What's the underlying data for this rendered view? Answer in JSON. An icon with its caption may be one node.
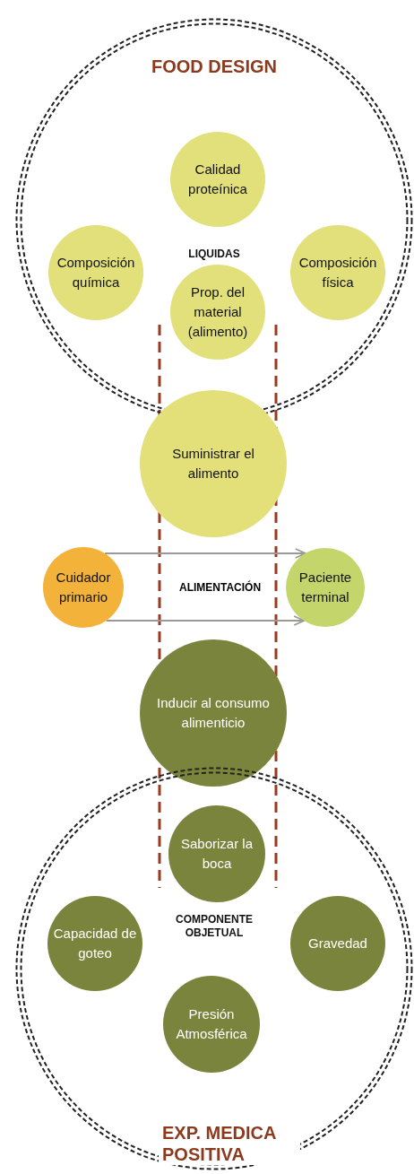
{
  "diagram": {
    "nodes": [
      {
        "text": [
          "FOOD DESIGN",
          "LIQUIDAS"
        ]
      },
      {
        "text": [
          "Calidad proteínica"
        ],
        "in": 0
      },
      {
        "text": [
          "Composición química"
        ],
        "in": 0
      },
      {
        "text": [
          "Composición física"
        ],
        "in": 0
      },
      {
        "text": [
          "Prop. del material (alimento)"
        ],
        "in": 0
      },
      {
        "text": [
          "Suministrar el alimento"
        ]
      },
      {
        "text": [
          "Cuidador primario"
        ]
      },
      {
        "text": [
          "Paciente terminal"
        ]
      },
      {
        "text": [
          "Inducir al consumo alimenticio"
        ]
      },
      {
        "text": [
          "COMPONENTE OBJETUAL",
          "EXP. MEDICA POSITIVA"
        ]
      },
      {
        "text": [
          "Saborizar la boca"
        ],
        "in": 9
      },
      {
        "text": [
          "Capacidad de goteo"
        ],
        "in": 9
      },
      {
        "text": [
          "Gravedad"
        ],
        "in": 9
      },
      {
        "text": [
          "Presión Atmosférica"
        ],
        "in": 9
      }
    ],
    "edges": [
      {
        "from": 6,
        "to": 7,
        "arrow": "to"
      },
      {
        "from": 6,
        "to": 7,
        "arrow": "to"
      }
    ],
    "labels": [
      "ALIMENTACIÓN"
    ]
  }
}
